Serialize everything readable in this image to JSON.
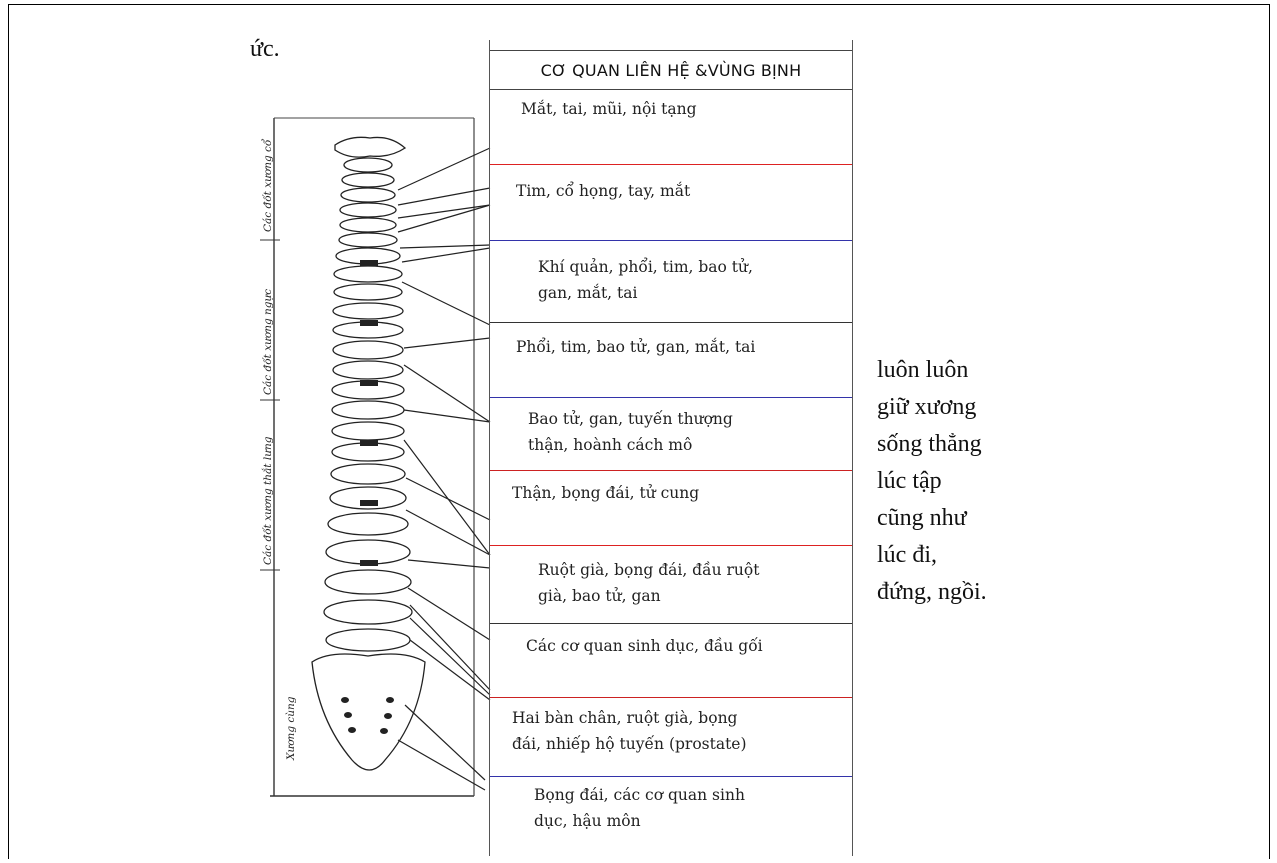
{
  "top_text": "ức.",
  "table": {
    "header": "CƠ QUAN LIÊN HỆ &VÙNG BỊNH",
    "rows": [
      {
        "text": "Mắt, tai, mũi, nội tạng",
        "line_color": "#d22"
      },
      {
        "text": "Tim, cổ họng, tay, mắt",
        "line_color": "#33a"
      },
      {
        "text": "Khí quản, phổi, tim, bao tử,\ngan, mắt, tai",
        "line_color": "#333"
      },
      {
        "text": "Phổi, tim, bao tử, gan, mắt, tai",
        "line_color": "#33a"
      },
      {
        "text": "Bao tử, gan, tuyến thượng\nthận, hoành cách mô",
        "line_color": "#c22"
      },
      {
        "text": "Thận, bọng đái, tử cung",
        "line_color": "#d22"
      },
      {
        "text": "Ruột già, bọng đái, đầu ruột\ngià, bao tử, gan",
        "line_color": "#333"
      },
      {
        "text": "Các cơ quan sinh dục, đầu gối",
        "line_color": "#c22"
      },
      {
        "text": "Hai bàn chân, ruột già, bọng\nđái, nhiếp hộ tuyến (prostate)",
        "line_color": "#33a"
      },
      {
        "text": "Bọng đái, các cơ quan sinh\ndục, hậu môn",
        "line_color": "#333"
      }
    ]
  },
  "side_text": [
    "luôn luôn",
    "giữ xương",
    "sống thẳng",
    "lúc tập",
    "cũng như",
    "lúc đi,",
    "đứng, ngồi."
  ],
  "region_labels": [
    "Các đốt xương cổ",
    "Các đốt xương ngực",
    "Các đốt xương thắt lưng",
    "Xương cùng"
  ]
}
